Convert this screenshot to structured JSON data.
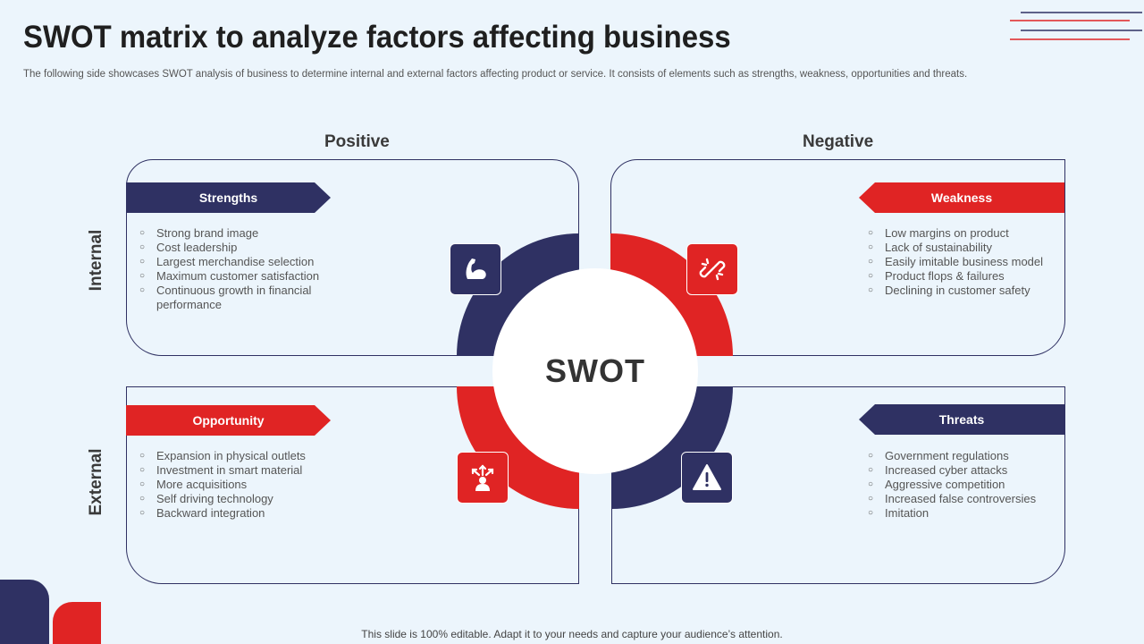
{
  "title": "SWOT matrix to analyze factors affecting business",
  "subtitle": "The following side showcases SWOT analysis of business to determine internal and external factors affecting product or service. It consists of elements such as strengths, weakness, opportunities and threats.",
  "columns": {
    "positive": "Positive",
    "negative": "Negative"
  },
  "rows": {
    "internal": "Internal",
    "external": "External"
  },
  "center": "SWOT",
  "colors": {
    "navy": "#2f3163",
    "red": "#e02424",
    "background": "#ecf5fc"
  },
  "strengths": {
    "label": "Strengths",
    "icon": "flexed-arm-icon",
    "items": [
      "Strong brand image",
      "Cost leadership",
      "Largest merchandise selection",
      "Maximum customer satisfaction",
      "Continuous growth in financial performance"
    ]
  },
  "weakness": {
    "label": "Weakness",
    "icon": "broken-link-icon",
    "items": [
      "Low margins on product",
      "Lack of sustainability",
      "Easily imitable business model",
      "Product flops & failures",
      "Declining in customer safety"
    ]
  },
  "opportunity": {
    "label": "Opportunity",
    "icon": "person-arrows-icon",
    "items": [
      "Expansion in physical outlets",
      "Investment in smart material",
      "More acquisitions",
      "Self driving  technology",
      "Backward integration"
    ]
  },
  "threats": {
    "label": "Threats",
    "icon": "warning-triangle-icon",
    "items": [
      "Government  regulations",
      "Increased cyber attacks",
      "Aggressive competition",
      "Increased false controversies",
      "Imitation"
    ]
  },
  "footer": "This slide is 100% editable. Adapt it to your needs and capture your audience’s attention."
}
